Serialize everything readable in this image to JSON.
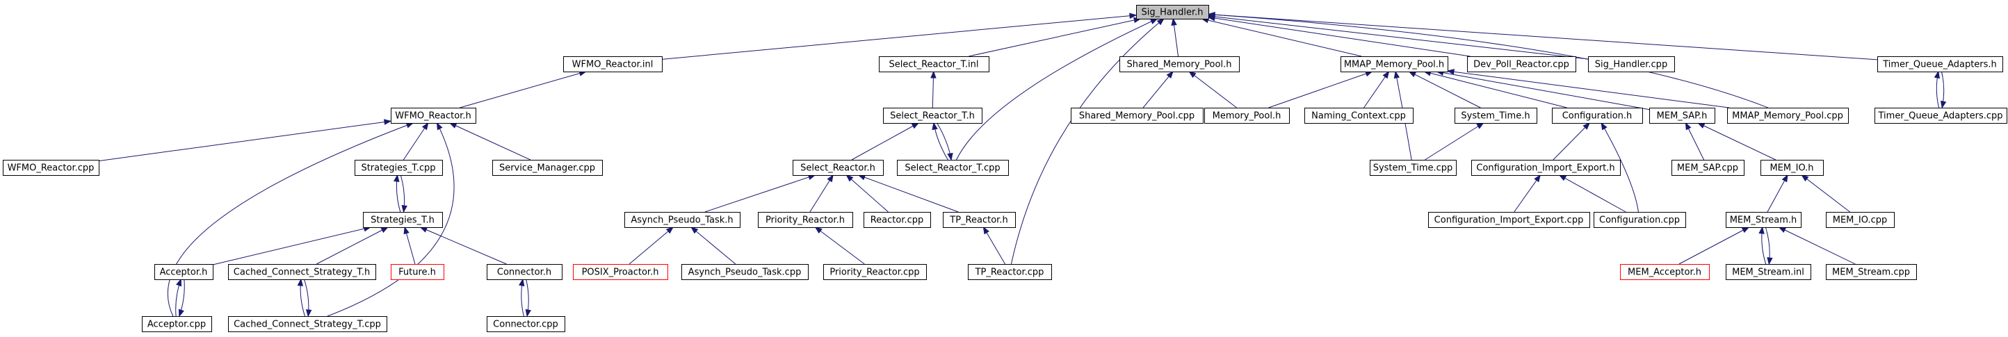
{
  "graph": {
    "root": "sig_handler_h",
    "colors": {
      "edge": "#191970",
      "node_border": "#000000",
      "root_fill": "#bfbfbf",
      "missing_border": "#ff0000"
    },
    "nodes": [
      {
        "id": "sig_handler_h",
        "label": "Sig_Handler.h",
        "kind": "root"
      },
      {
        "id": "wfmo_reactor_inl",
        "label": "WFMO_Reactor.inl"
      },
      {
        "id": "select_reactor_t_inl",
        "label": "Select_Reactor_T.inl"
      },
      {
        "id": "shared_memory_pool_h",
        "label": "Shared_Memory_Pool.h"
      },
      {
        "id": "mmap_memory_pool_h",
        "label": "MMAP_Memory_Pool.h"
      },
      {
        "id": "dev_poll_reactor_cpp",
        "label": "Dev_Poll_Reactor.cpp"
      },
      {
        "id": "sig_handler_cpp",
        "label": "Sig_Handler.cpp"
      },
      {
        "id": "timer_queue_adapters_h",
        "label": "Timer_Queue_Adapters.h"
      },
      {
        "id": "wfmo_reactor_h",
        "label": "WFMO_Reactor.h"
      },
      {
        "id": "select_reactor_t_h",
        "label": "Select_Reactor_T.h"
      },
      {
        "id": "shared_memory_pool_cpp",
        "label": "Shared_Memory_Pool.cpp"
      },
      {
        "id": "memory_pool_h",
        "label": "Memory_Pool.h"
      },
      {
        "id": "naming_context_cpp",
        "label": "Naming_Context.cpp"
      },
      {
        "id": "system_time_h",
        "label": "System_Time.h"
      },
      {
        "id": "configuration_h",
        "label": "Configuration.h"
      },
      {
        "id": "mem_sap_h",
        "label": "MEM_SAP.h"
      },
      {
        "id": "mmap_memory_pool_cpp",
        "label": "MMAP_Memory_Pool.cpp"
      },
      {
        "id": "timer_queue_adapters_cpp",
        "label": "Timer_Queue_Adapters.cpp"
      },
      {
        "id": "wfmo_reactor_cpp",
        "label": "WFMO_Reactor.cpp"
      },
      {
        "id": "strategies_t_cpp",
        "label": "Strategies_T.cpp"
      },
      {
        "id": "service_manager_cpp",
        "label": "Service_Manager.cpp"
      },
      {
        "id": "select_reactor_h",
        "label": "Select_Reactor.h"
      },
      {
        "id": "select_reactor_t_cpp",
        "label": "Select_Reactor_T.cpp"
      },
      {
        "id": "system_time_cpp",
        "label": "System_Time.cpp"
      },
      {
        "id": "configuration_import_export_h",
        "label": "Configuration_Import_Export.h"
      },
      {
        "id": "mem_sap_cpp",
        "label": "MEM_SAP.cpp"
      },
      {
        "id": "mem_io_h",
        "label": "MEM_IO.h"
      },
      {
        "id": "strategies_t_h",
        "label": "Strategies_T.h"
      },
      {
        "id": "asynch_pseudo_task_h",
        "label": "Asynch_Pseudo_Task.h"
      },
      {
        "id": "priority_reactor_h",
        "label": "Priority_Reactor.h"
      },
      {
        "id": "reactor_cpp",
        "label": "Reactor.cpp"
      },
      {
        "id": "tp_reactor_h",
        "label": "TP_Reactor.h"
      },
      {
        "id": "configuration_import_export_cpp",
        "label": "Configuration_Import_Export.cpp"
      },
      {
        "id": "configuration_cpp",
        "label": "Configuration.cpp"
      },
      {
        "id": "mem_stream_h",
        "label": "MEM_Stream.h"
      },
      {
        "id": "mem_io_cpp",
        "label": "MEM_IO.cpp"
      },
      {
        "id": "acceptor_h",
        "label": "Acceptor.h"
      },
      {
        "id": "cached_connect_strategy_t_h",
        "label": "Cached_Connect_Strategy_T.h"
      },
      {
        "id": "future_h",
        "label": "Future.h",
        "kind": "missing"
      },
      {
        "id": "connector_h",
        "label": "Connector.h"
      },
      {
        "id": "posix_proactor_h",
        "label": "POSIX_Proactor.h",
        "kind": "missing"
      },
      {
        "id": "asynch_pseudo_task_cpp",
        "label": "Asynch_Pseudo_Task.cpp"
      },
      {
        "id": "priority_reactor_cpp",
        "label": "Priority_Reactor.cpp"
      },
      {
        "id": "tp_reactor_cpp",
        "label": "TP_Reactor.cpp"
      },
      {
        "id": "mem_acceptor_h",
        "label": "MEM_Acceptor.h",
        "kind": "missing"
      },
      {
        "id": "mem_stream_inl",
        "label": "MEM_Stream.inl"
      },
      {
        "id": "mem_stream_cpp",
        "label": "MEM_Stream.cpp"
      },
      {
        "id": "acceptor_cpp",
        "label": "Acceptor.cpp"
      },
      {
        "id": "cached_connect_strategy_t_cpp",
        "label": "Cached_Connect_Strategy_T.cpp"
      },
      {
        "id": "connector_cpp",
        "label": "Connector.cpp"
      }
    ],
    "edges": [
      [
        "wfmo_reactor_inl",
        "sig_handler_h"
      ],
      [
        "select_reactor_t_inl",
        "sig_handler_h"
      ],
      [
        "shared_memory_pool_h",
        "sig_handler_h"
      ],
      [
        "mmap_memory_pool_h",
        "sig_handler_h"
      ],
      [
        "dev_poll_reactor_cpp",
        "sig_handler_h"
      ],
      [
        "sig_handler_cpp",
        "sig_handler_h"
      ],
      [
        "timer_queue_adapters_h",
        "sig_handler_h"
      ],
      [
        "select_reactor_t_cpp",
        "sig_handler_h"
      ],
      [
        "tp_reactor_cpp",
        "sig_handler_h"
      ],
      [
        "mmap_memory_pool_cpp",
        "sig_handler_h"
      ],
      [
        "wfmo_reactor_h",
        "wfmo_reactor_inl"
      ],
      [
        "select_reactor_t_h",
        "select_reactor_t_inl"
      ],
      [
        "shared_memory_pool_cpp",
        "shared_memory_pool_h"
      ],
      [
        "memory_pool_h",
        "shared_memory_pool_h"
      ],
      [
        "memory_pool_h",
        "mmap_memory_pool_h"
      ],
      [
        "naming_context_cpp",
        "mmap_memory_pool_h"
      ],
      [
        "system_time_h",
        "mmap_memory_pool_h"
      ],
      [
        "configuration_h",
        "mmap_memory_pool_h"
      ],
      [
        "mem_sap_h",
        "mmap_memory_pool_h"
      ],
      [
        "mmap_memory_pool_cpp",
        "mmap_memory_pool_h"
      ],
      [
        "system_time_cpp",
        "mmap_memory_pool_h"
      ],
      [
        "timer_queue_adapters_cpp",
        "timer_queue_adapters_h"
      ],
      [
        "timer_queue_adapters_h",
        "timer_queue_adapters_cpp"
      ],
      [
        "wfmo_reactor_cpp",
        "wfmo_reactor_h"
      ],
      [
        "strategies_t_cpp",
        "wfmo_reactor_h"
      ],
      [
        "service_manager_cpp",
        "wfmo_reactor_h"
      ],
      [
        "acceptor_cpp",
        "wfmo_reactor_h"
      ],
      [
        "cached_connect_strategy_t_cpp",
        "wfmo_reactor_h"
      ],
      [
        "select_reactor_h",
        "select_reactor_t_h"
      ],
      [
        "select_reactor_t_cpp",
        "select_reactor_t_h"
      ],
      [
        "select_reactor_t_h",
        "select_reactor_t_cpp"
      ],
      [
        "system_time_cpp",
        "system_time_h"
      ],
      [
        "configuration_import_export_h",
        "configuration_h"
      ],
      [
        "configuration_cpp",
        "configuration_h"
      ],
      [
        "mem_sap_cpp",
        "mem_sap_h"
      ],
      [
        "mem_io_h",
        "mem_sap_h"
      ],
      [
        "strategies_t_h",
        "strategies_t_cpp"
      ],
      [
        "strategies_t_cpp",
        "strategies_t_h"
      ],
      [
        "asynch_pseudo_task_h",
        "select_reactor_h"
      ],
      [
        "priority_reactor_h",
        "select_reactor_h"
      ],
      [
        "reactor_cpp",
        "select_reactor_h"
      ],
      [
        "tp_reactor_h",
        "select_reactor_h"
      ],
      [
        "configuration_import_export_cpp",
        "configuration_import_export_h"
      ],
      [
        "configuration_cpp",
        "configuration_import_export_h"
      ],
      [
        "mem_stream_h",
        "mem_io_h"
      ],
      [
        "mem_io_cpp",
        "mem_io_h"
      ],
      [
        "acceptor_h",
        "strategies_t_h"
      ],
      [
        "cached_connect_strategy_t_h",
        "strategies_t_h"
      ],
      [
        "future_h",
        "strategies_t_h"
      ],
      [
        "connector_h",
        "strategies_t_h"
      ],
      [
        "posix_proactor_h",
        "asynch_pseudo_task_h"
      ],
      [
        "asynch_pseudo_task_cpp",
        "asynch_pseudo_task_h"
      ],
      [
        "priority_reactor_cpp",
        "priority_reactor_h"
      ],
      [
        "tp_reactor_cpp",
        "tp_reactor_h"
      ],
      [
        "mem_acceptor_h",
        "mem_stream_h"
      ],
      [
        "mem_stream_inl",
        "mem_stream_h"
      ],
      [
        "mem_stream_h",
        "mem_stream_inl"
      ],
      [
        "mem_stream_cpp",
        "mem_stream_h"
      ],
      [
        "acceptor_cpp",
        "acceptor_h"
      ],
      [
        "acceptor_h",
        "acceptor_cpp"
      ],
      [
        "cached_connect_strategy_t_cpp",
        "cached_connect_strategy_t_h"
      ],
      [
        "cached_connect_strategy_t_h",
        "cached_connect_strategy_t_cpp"
      ],
      [
        "connector_cpp",
        "connector_h"
      ],
      [
        "connector_h",
        "connector_cpp"
      ]
    ]
  }
}
